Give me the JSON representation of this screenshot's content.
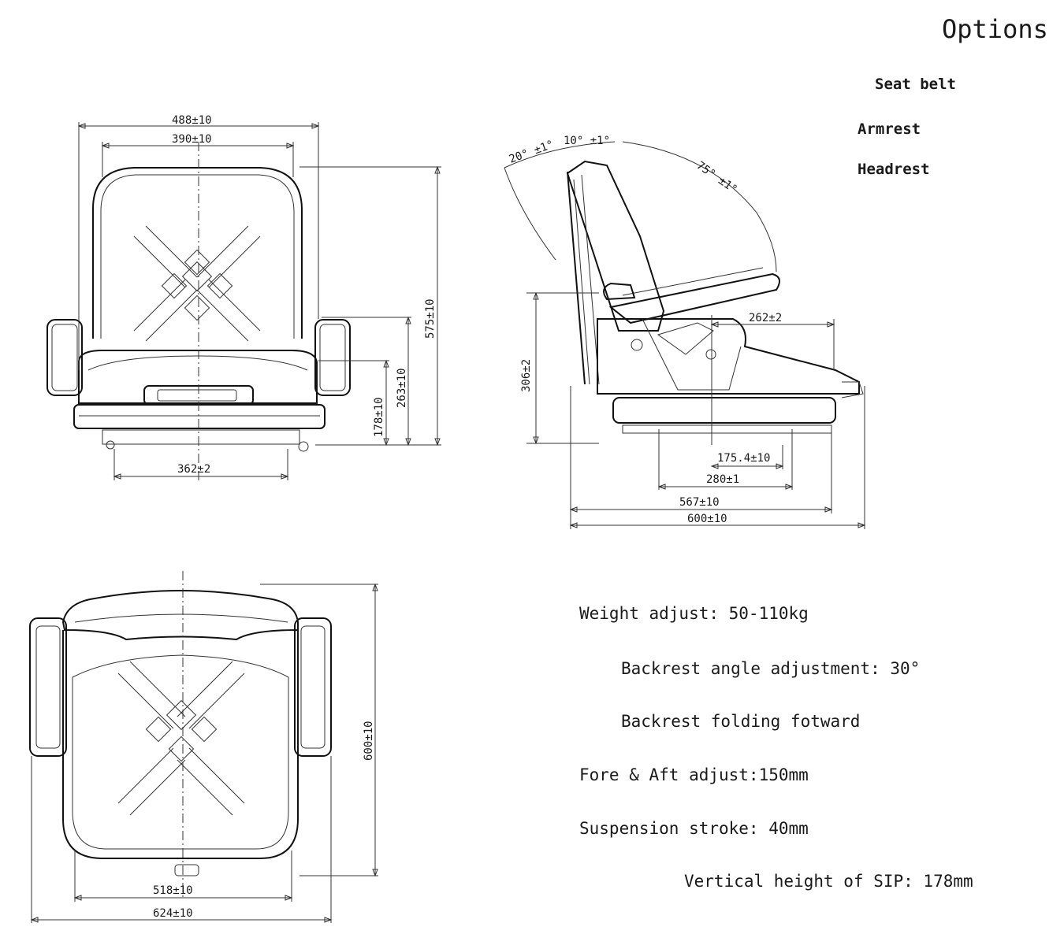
{
  "options": {
    "title": "Options",
    "items": [
      "Seat belt",
      "Armrest",
      "Headrest"
    ]
  },
  "specs": [
    "Weight adjust: 50-110kg",
    "Backrest angle adjustment: 30°",
    "Backrest folding fotward",
    "Fore & Aft adjust:150mm",
    "Suspension stroke: 40mm",
    "Vertical height of SIP: 178mm"
  ],
  "front_view": {
    "dims": {
      "outer_width": "488±10",
      "inner_width": "390±10",
      "base_width": "362±2",
      "total_height": "575±10",
      "height_263": "263±10",
      "sip_height": "178±10"
    }
  },
  "side_view": {
    "dims": {
      "angle_20": "20° ±1°",
      "angle_10": "10° ±1°",
      "angle_75": "75° ±1°",
      "depth_262": "262±2",
      "height_306": "306±2",
      "rail_175": "175.4±10",
      "rail_280": "280±1",
      "depth_567": "567±10",
      "depth_600": "600±10"
    }
  },
  "top_view": {
    "dims": {
      "inner_width": "518±10",
      "outer_width": "624±10",
      "depth": "600±10"
    }
  }
}
